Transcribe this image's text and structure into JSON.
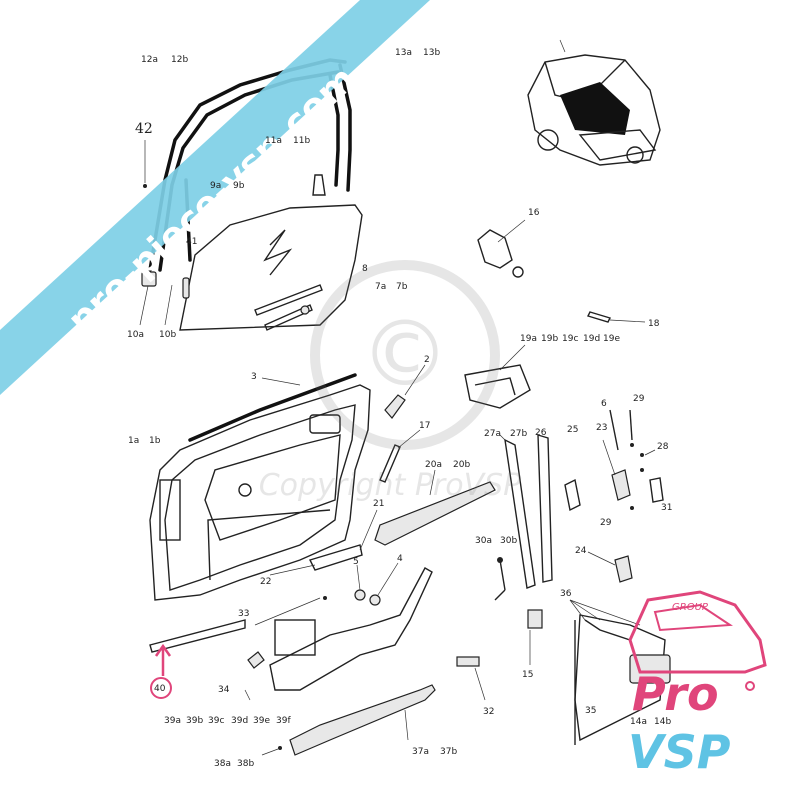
{
  "watermark": {
    "url_text": "pro-piece-vsp.com",
    "banner_color": "#7ecfe6",
    "copyright_symbol": "©",
    "copyright_text": "Copyright ProVSP"
  },
  "logo": {
    "group_text": "GROUP",
    "pro_text": "Pro",
    "vsp_text": "VSP",
    "pink_color": "#e0457b",
    "blue_color": "#5fc3e4"
  },
  "labels": {
    "l42": "42",
    "l12a": "12a",
    "l12b": "12b",
    "l13a": "13a",
    "l13b": "13b",
    "l11a": "11a",
    "l11b": "11b",
    "l9a": "9a",
    "l9b": "9b",
    "l41": "41",
    "l8": "8",
    "l7a": "7a",
    "l7b": "7b",
    "l10a": "10a",
    "l10b": "10b",
    "l16": "16",
    "l18": "18",
    "l19a": "19a",
    "l19b": "19b",
    "l19c": "19c",
    "l19d": "19d",
    "l19e": "19e",
    "l2": "2",
    "l3": "3",
    "l1a": "1a",
    "l1b": "1b",
    "l17": "17",
    "l20a": "20a",
    "l20b": "20b",
    "l27a": "27a",
    "l27b": "27b",
    "l26": "26",
    "l25": "25",
    "l23": "23",
    "l6": "6",
    "l29a": "29",
    "l28": "28",
    "l31": "31",
    "l29b": "29",
    "l21": "21",
    "l22": "22",
    "l5": "5",
    "l4": "4",
    "l30a": "30a",
    "l30b": "30b",
    "l24": "24",
    "l36": "36",
    "l33": "33",
    "l40": "40",
    "l34": "34",
    "l15": "15",
    "l32": "32",
    "l35": "35",
    "l14a": "14a",
    "l14b": "14b",
    "l39a": "39a",
    "l39b": "39b",
    "l39c": "39c",
    "l39d": "39d",
    "l39e": "39e",
    "l39f": "39f",
    "l37a": "37a",
    "l37b": "37b",
    "l38a": "38a",
    "l38b": "38b"
  }
}
